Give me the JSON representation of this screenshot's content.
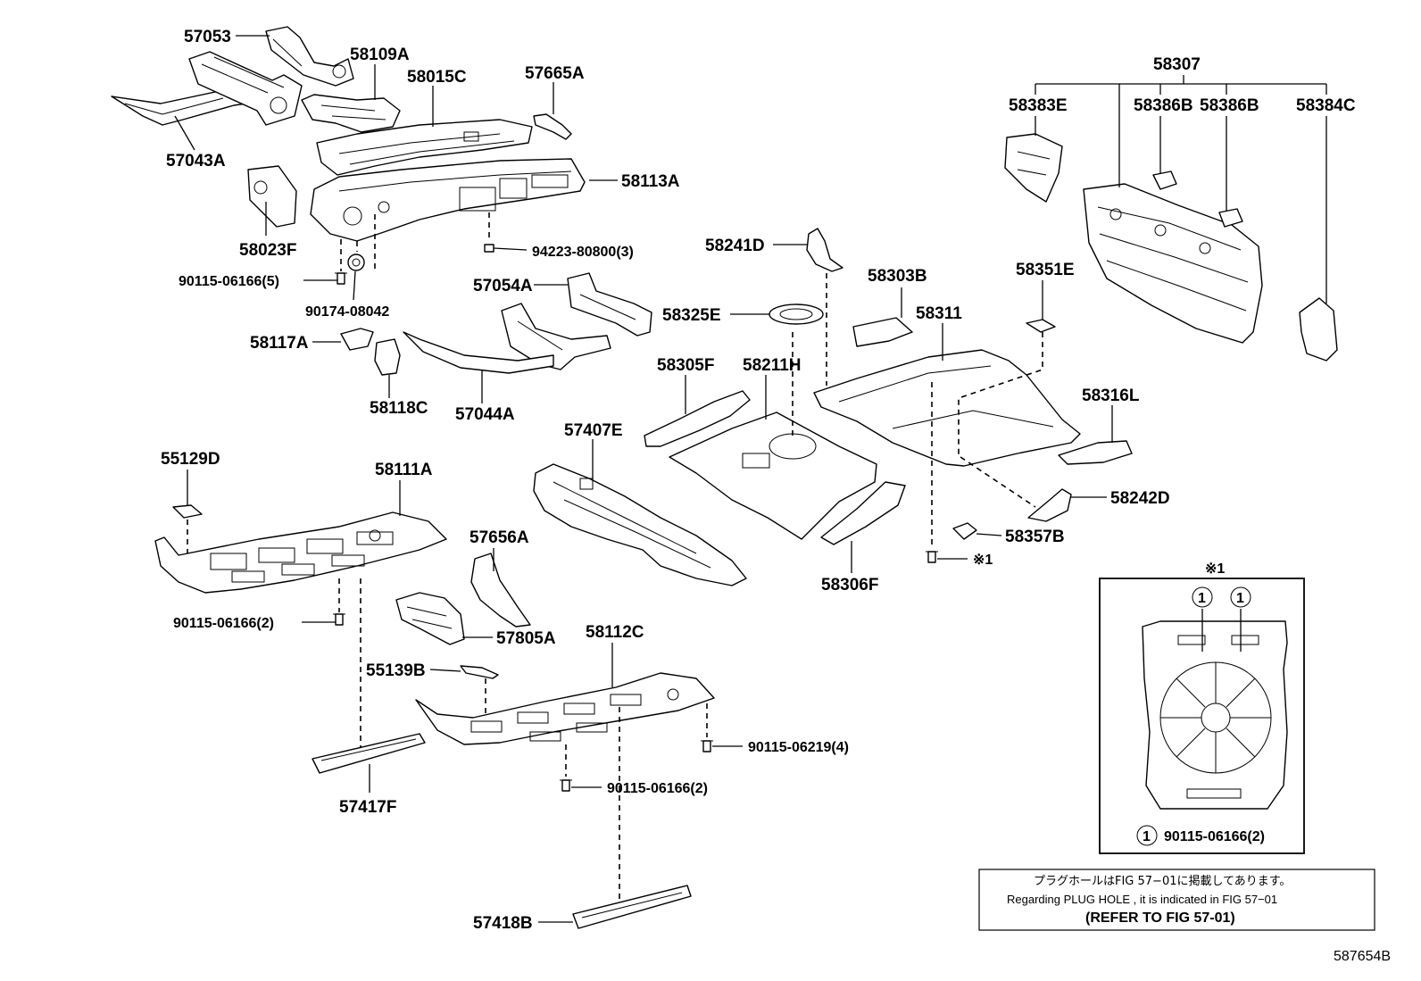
{
  "figure_id": "587654B",
  "parts": {
    "p57053": "57053",
    "p58109A": "58109A",
    "p58015C": "58015C",
    "p57665A": "57665A",
    "p57043A": "57043A",
    "p58113A": "58113A",
    "p58023F": "58023F",
    "p58241D": "58241D",
    "p57054A": "57054A",
    "p58325E": "58325E",
    "p58303B": "58303B",
    "p58351E": "58351E",
    "p58311": "58311",
    "p58117A": "58117A",
    "p58305F": "58305F",
    "p58211H": "58211H",
    "p58118C": "58118C",
    "p57044A": "57044A",
    "p58316L": "58316L",
    "p57407E": "57407E",
    "p55129D": "55129D",
    "p58111A": "58111A",
    "p58242D": "58242D",
    "p58357B": "58357B",
    "p57656A": "57656A",
    "p58306F": "58306F",
    "p57805A": "57805A",
    "p58112C": "58112C",
    "p55139B": "55139B",
    "p57417F": "57417F",
    "p57418B": "57418B",
    "p58307": "58307",
    "p58383E": "58383E",
    "p58386B_a": "58386B",
    "p58386B_b": "58386B",
    "p58384C": "58384C"
  },
  "fasteners": {
    "f9422380800": "94223-80800(3)",
    "f9011506166_5": "90115-06166(5)",
    "f9017408042": "90174-08042",
    "f9011506166_2a": "90115-06166(2)",
    "f9011506219_4": "90115-06219(4)",
    "f9011506166_2b": "90115-06166(2)",
    "f_ref1": "※1"
  },
  "inset": {
    "title": "※1",
    "callout_a": "1",
    "callout_b": "1",
    "legend_num": "1",
    "legend_part": "90115-06166(2)"
  },
  "note": {
    "japanese": "プラグホールはFIG 57−01に掲載してあります。",
    "english": "Regarding PLUG HOLE , it is indicated in FIG 57−01",
    "reference": "(REFER TO FIG 57-01)"
  }
}
